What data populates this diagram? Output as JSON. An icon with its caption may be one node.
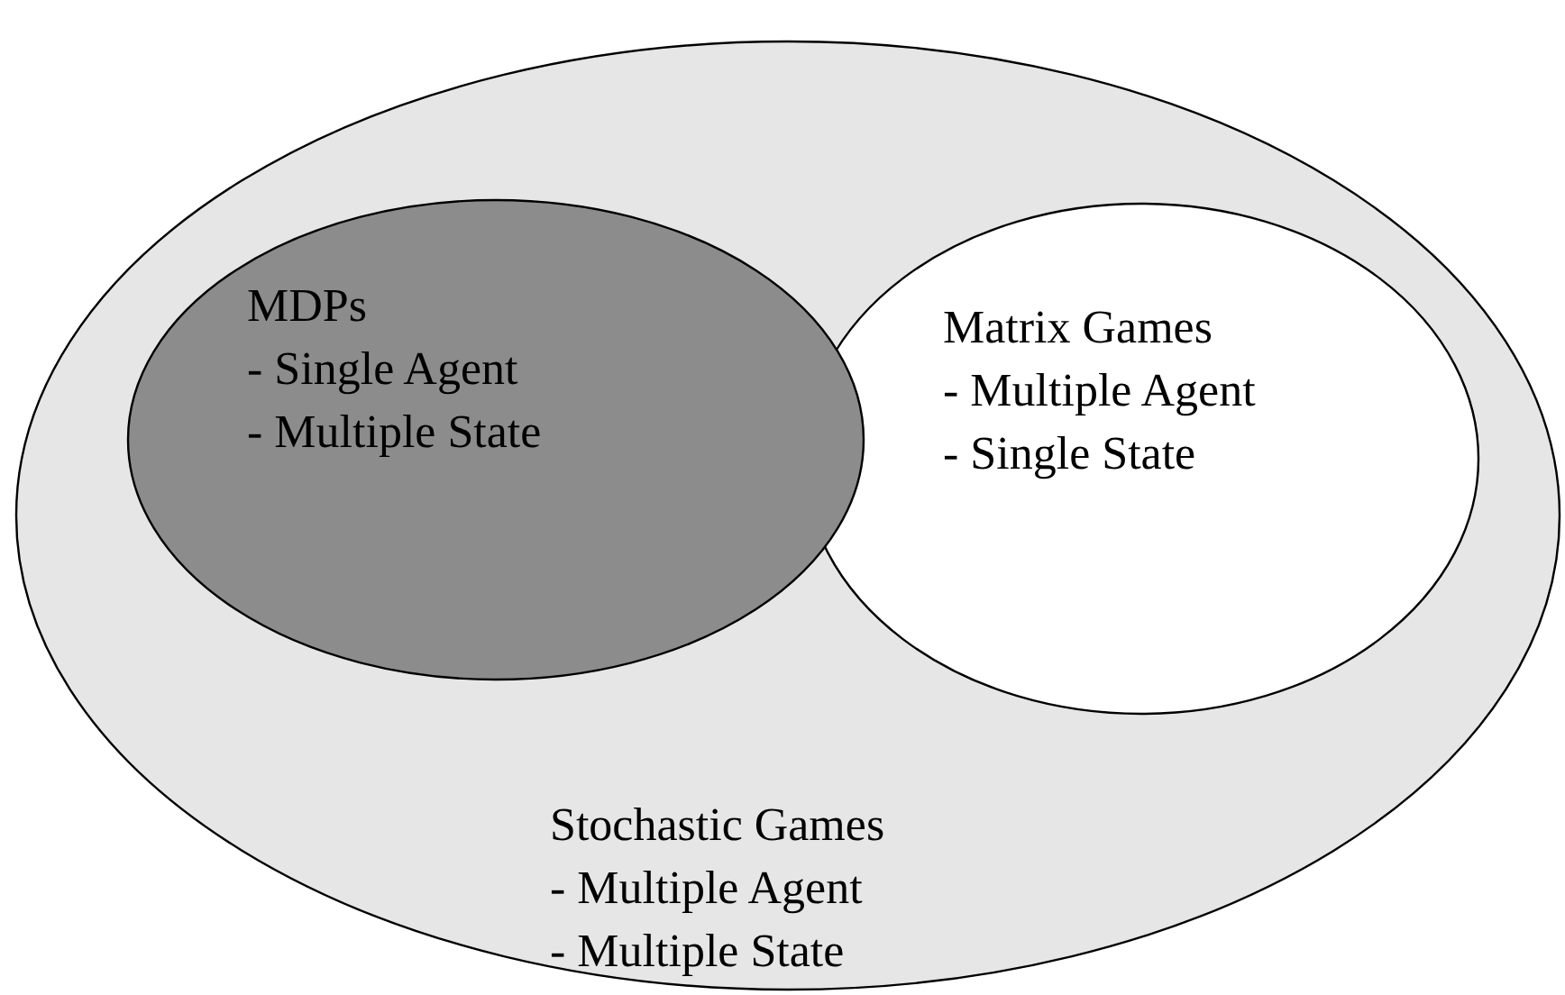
{
  "diagram": {
    "nodes": [
      {
        "text": [
          "Stochastic Games",
          "- Multiple Agent",
          "- Multiple State"
        ]
      },
      {
        "text": [
          "MDPs",
          "- Single Agent",
          "- Multiple State"
        ],
        "in": 0
      },
      {
        "text": [
          "Matrix Games",
          "- Multiple Agent",
          "- Single State"
        ],
        "in": 0
      }
    ],
    "edges": []
  }
}
